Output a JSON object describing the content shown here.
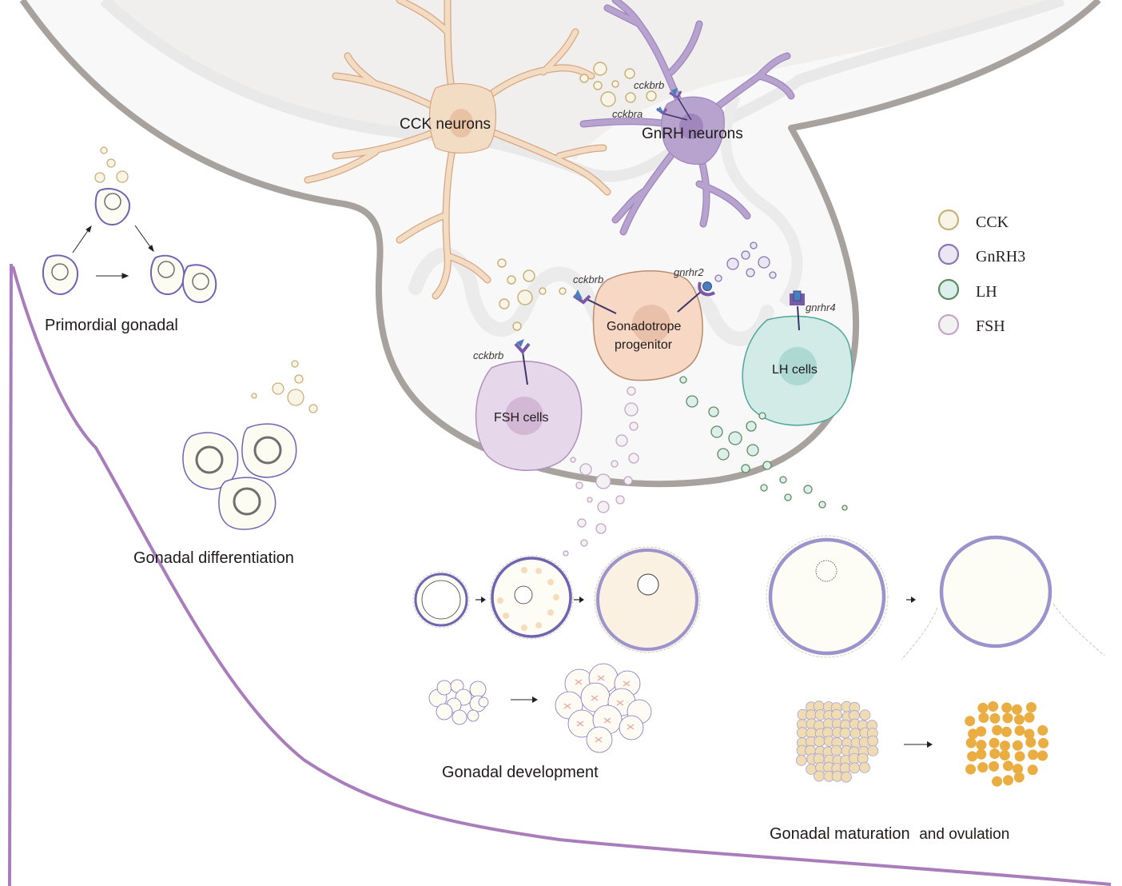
{
  "diagram": {
    "title": "CCK-GnRH-gonadotropin regulation of gonadal development",
    "neurons": {
      "cck": {
        "label": "CCK neurons"
      },
      "gnrh": {
        "label": "GnRH neurons",
        "receptors": [
          "cckbrb",
          "cckbra"
        ]
      }
    },
    "pituitary_cells": {
      "gonadotrope": {
        "label_line1": "Gonadotrope",
        "label_line2": "progenitor",
        "receptors": [
          "cckbrb",
          "gnrhr2"
        ]
      },
      "fsh": {
        "label": "FSH cells",
        "receptor": "cckbrb"
      },
      "lh": {
        "label": "LH cells",
        "receptor": "gnrhr4"
      }
    },
    "legend": {
      "items": [
        {
          "label": "CCK",
          "fill": "#f8f5e6",
          "stroke": "#c9b07c"
        },
        {
          "label": "GnRH3",
          "fill": "#ebe6f3",
          "stroke": "#8b76b2"
        },
        {
          "label": "LH",
          "fill": "#dcefec",
          "stroke": "#5f8c5e"
        },
        {
          "label": "FSH",
          "fill": "#f3f1f2",
          "stroke": "#c3a6c8"
        }
      ]
    },
    "stages": {
      "primordial": "Primordial gonadal",
      "differentiation": "Gonadal differentiation",
      "development": "Gonadal development",
      "maturation_main": "Gonadal maturation",
      "maturation_tail": "and ovulation"
    },
    "colors": {
      "brain_border": "#a8a29f",
      "brain_fill": "#f0efee",
      "pituitary_fill": "#f8f8f8",
      "cck_neuron": "#f3dcc4",
      "cck_neuron_stroke": "#d9a57f",
      "gnrh_neuron": "#b8a3cf",
      "gnrh_neuron_stroke": "#9c86bf",
      "gonadotrope": "#f6d8c4",
      "gonadotrope_stroke": "#b98c70",
      "fsh_cell": "#e6d8ea",
      "fsh_cell_stroke": "#b08fbc",
      "lh_cell": "#d3ebe7",
      "lh_cell_stroke": "#4ea79a",
      "receptor": "#7a59a8",
      "ligand": "#4a7fbe",
      "timeline_curve": "#a97dbb",
      "oocyte_ring": "#6e64b0",
      "oocyte_ring_light": "#9a93cc",
      "yolk": "#f6dcbc",
      "egg_mature": "#e9ad42",
      "egg_immature": "#f0dcb2"
    }
  }
}
